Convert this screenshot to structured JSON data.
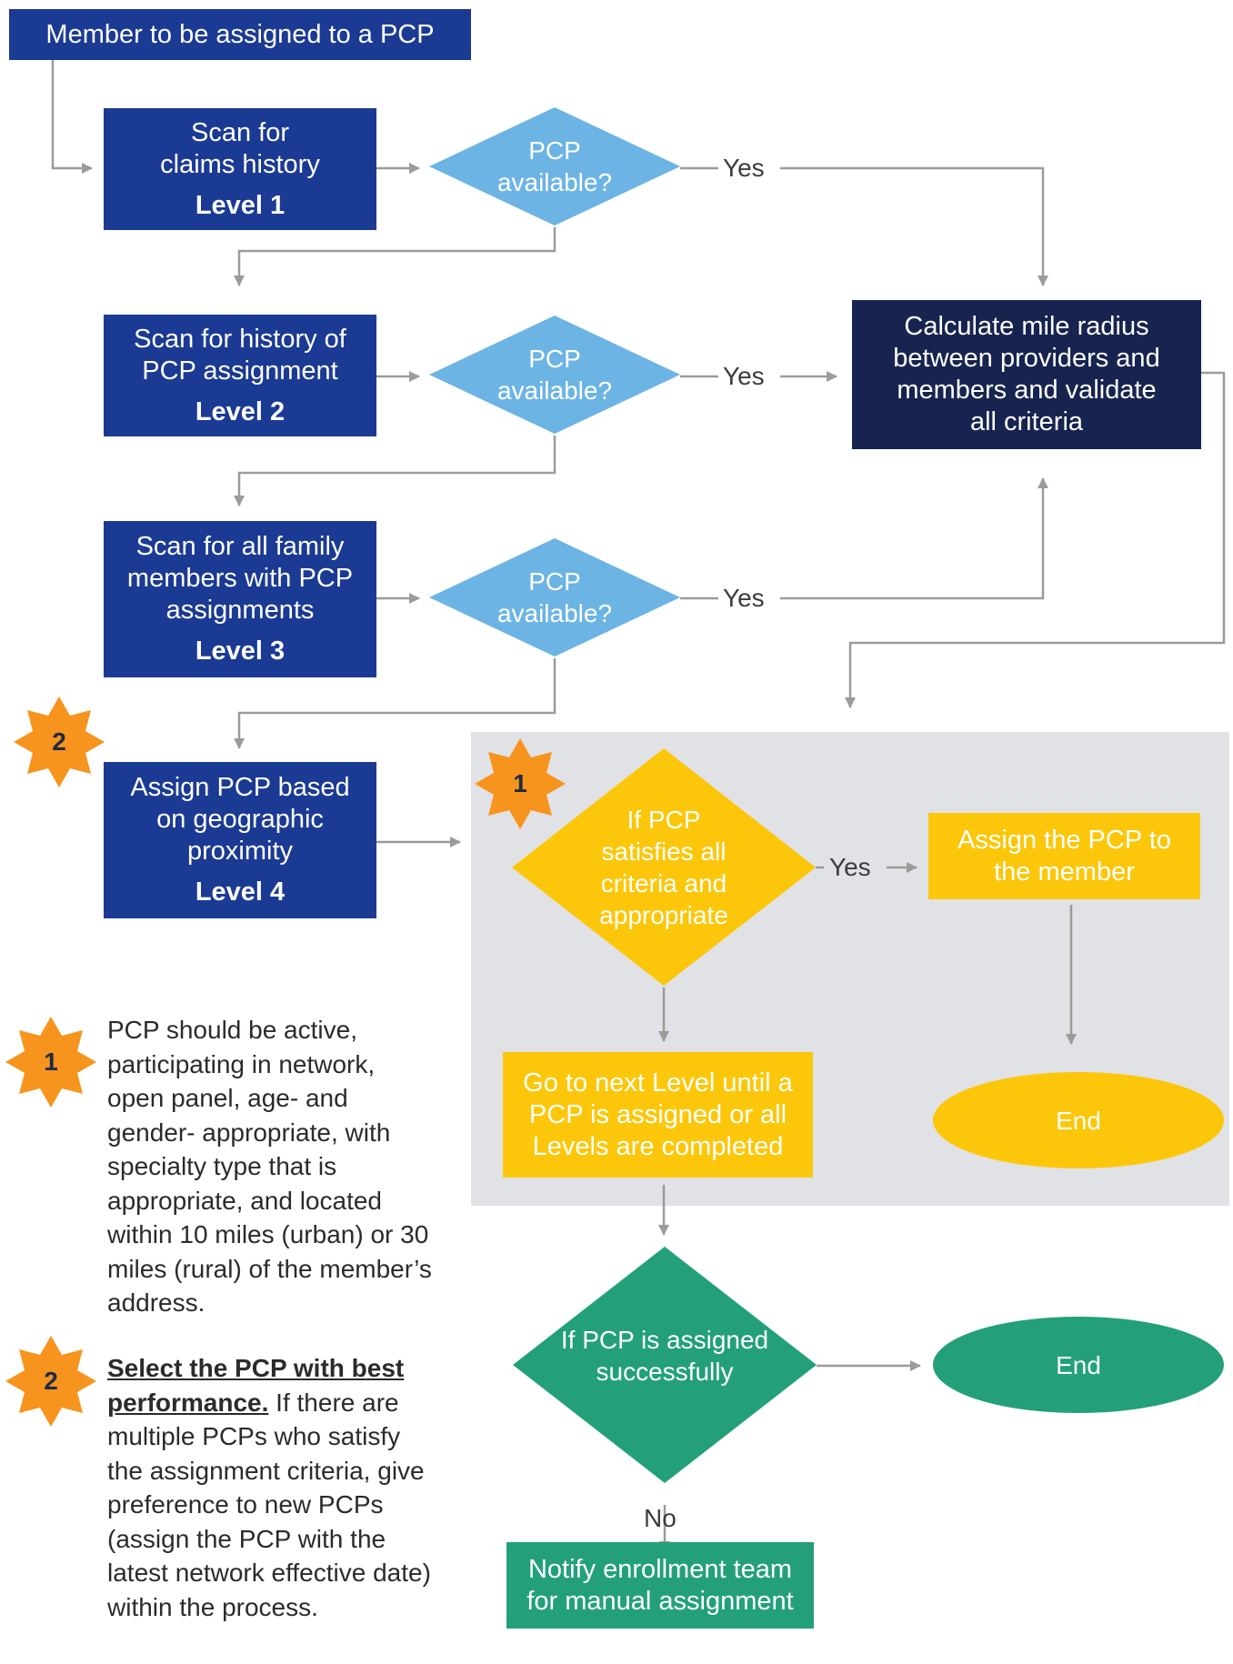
{
  "start": {
    "label": "Member to be assigned to a PCP"
  },
  "levels": [
    {
      "lines": [
        "Scan for",
        "claims history"
      ],
      "level": "Level 1"
    },
    {
      "lines": [
        "Scan for history of",
        "PCP assignment"
      ],
      "level": "Level 2"
    },
    {
      "lines": [
        "Scan for all family",
        "members with PCP",
        "assignments"
      ],
      "level": "Level 3"
    },
    {
      "lines": [
        "Assign PCP based",
        "on geographic",
        "proximity"
      ],
      "level": "Level 4"
    }
  ],
  "decisions": {
    "pcp_available": [
      "PCP",
      "available?"
    ],
    "yes": "Yes",
    "no": "No",
    "criteria": [
      "If PCP",
      "satisfies all",
      "criteria and",
      "appropriate"
    ],
    "assigned": [
      "If PCP is assigned",
      "successfully"
    ]
  },
  "calculate": {
    "lines": [
      "Calculate mile radius",
      "between providers and",
      "members and validate",
      "all criteria"
    ]
  },
  "assign_member": {
    "lines": [
      "Assign the PCP to",
      "the member"
    ]
  },
  "next_level": {
    "lines": [
      "Go to next Level until a",
      "PCP is assigned or all",
      "Levels are completed"
    ]
  },
  "end_label": "End",
  "notify": {
    "lines": [
      "Notify enrollment team",
      "for manual assignment"
    ]
  },
  "badges": {
    "one": "1",
    "two": "2"
  },
  "notes": {
    "note1": "PCP should be active, participating in network, open panel, age- and gender- appropriate, with specialty type that is appropriate, and located within 10 miles (urban) or 30 miles (rural) of the member’s address.",
    "note2_bold": "Select the PCP with best performance.",
    "note2_rest": " If there are multiple PCPs who satisfy the assignment criteria, give preference to new PCPs (assign the PCP with the latest network effective date) within the process."
  },
  "colors": {
    "level_box": "#1b3a93",
    "calculate_box": "#17244f",
    "diamond_blue": "#6cb4e4",
    "yellow": "#fcc70a",
    "green": "#23a07a",
    "badge_orange": "#f7941d",
    "panel_gray": "#e1e2e5",
    "connector": "#9b9b9b"
  }
}
